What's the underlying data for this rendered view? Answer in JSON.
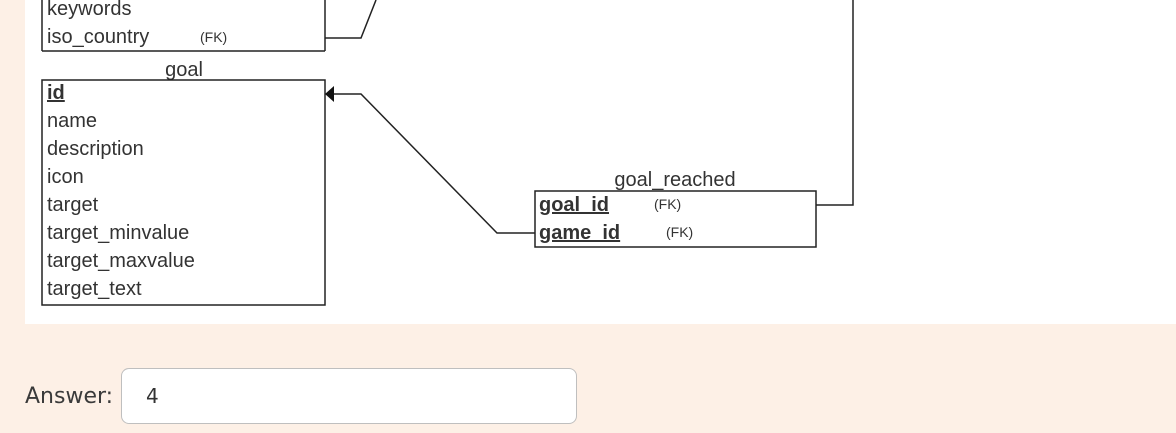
{
  "diagram": {
    "top_table": {
      "fields": [
        {
          "label": "keywords",
          "fk": ""
        },
        {
          "label": "iso_country",
          "fk": "(FK)"
        }
      ]
    },
    "goal_table": {
      "name": "goal",
      "fields": [
        "id",
        "name",
        "description",
        "icon",
        "target",
        "target_minvalue",
        "target_maxvalue",
        "target_text"
      ]
    },
    "goal_reached_table": {
      "name": "goal_reached",
      "fields": [
        {
          "label": "goal_id",
          "fk": "(FK)"
        },
        {
          "label": "game_id",
          "fk": "(FK)"
        }
      ]
    }
  },
  "answer": {
    "label": "Answer:",
    "value": "4"
  }
}
